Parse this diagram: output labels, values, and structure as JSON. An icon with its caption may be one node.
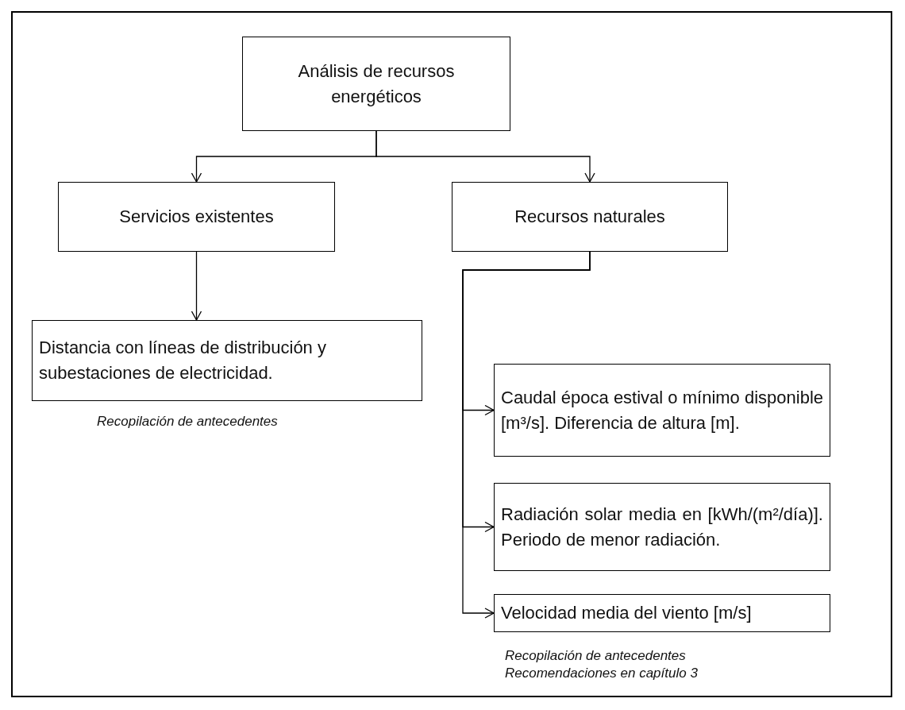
{
  "diagram": {
    "nodes": [
      {
        "text": [
          "Análisis de recursos energéticos"
        ]
      },
      {
        "text": [
          "Servicios existentes"
        ]
      },
      {
        "text": [
          "Recursos naturales"
        ]
      },
      {
        "text": [
          "Distancia con líneas de distribución y subestaciones de electricidad."
        ],
        "beside": [
          "Recopilación de antecedentes"
        ]
      },
      {
        "text": [
          "Caudal época estival o mínimo disponible [m³/s]. Diferencia de altura [m]."
        ]
      },
      {
        "text": [
          "Radiación solar media en [kWh/(m²/día)]. Periodo de menor radiación."
        ]
      },
      {
        "text": [
          "Velocidad media del viento [m/s]"
        ]
      }
    ],
    "edges": [
      {
        "from": 0,
        "to": 1,
        "arrow": "to"
      },
      {
        "from": 0,
        "to": 2,
        "arrow": "to"
      },
      {
        "from": 1,
        "to": 3,
        "arrow": "to"
      },
      {
        "from": 2,
        "to": 4,
        "arrow": "to"
      },
      {
        "from": 2,
        "to": 5,
        "arrow": "to"
      },
      {
        "from": 2,
        "to": 6,
        "arrow": "to"
      }
    ],
    "labels": [
      "Recopilación de antecedentes",
      "Recomendaciones en capítulo 3"
    ]
  }
}
